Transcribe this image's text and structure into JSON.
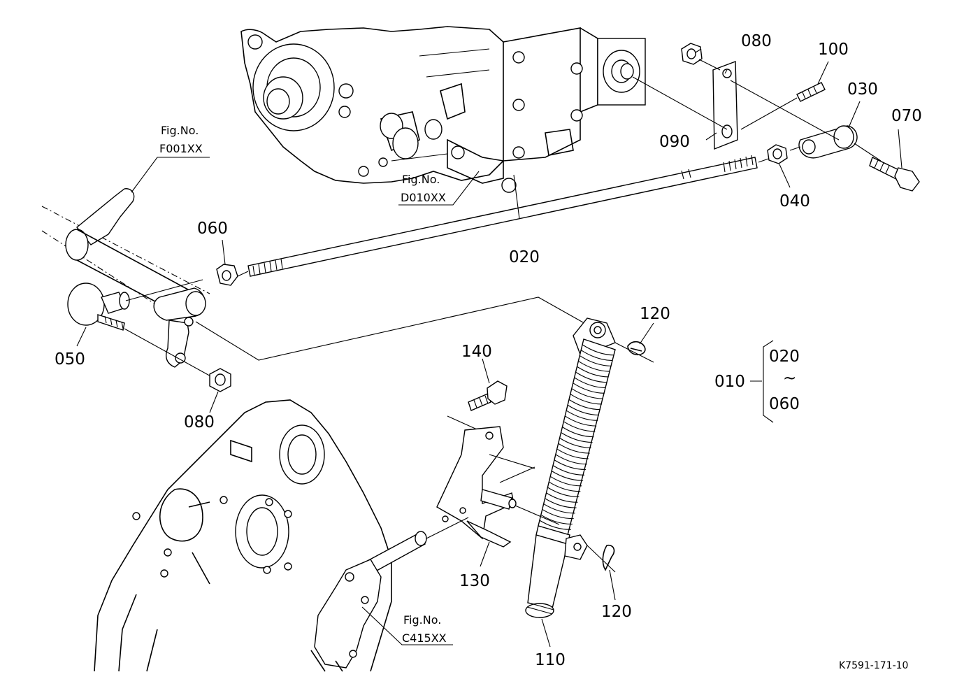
{
  "parts": {
    "p010": "010",
    "p020": "020",
    "p030": "030",
    "p040": "040",
    "p050": "050",
    "p060": "060",
    "p070": "070",
    "p080a": "080",
    "p080b": "080",
    "p090": "090",
    "p100": "100",
    "p110": "110",
    "p120a": "120",
    "p120b": "120",
    "p130": "130",
    "p140": "140"
  },
  "set_group": {
    "from": "020",
    "tilde": "~",
    "to": "060"
  },
  "fig_refs": {
    "f001": {
      "title": "Fig.No.",
      "code": "F001XX"
    },
    "d010": {
      "title": "Fig.No.",
      "code": "D010XX"
    },
    "c415": {
      "title": "Fig.No.",
      "code": "C415XX"
    }
  },
  "drawing_code": "K7591-171-10"
}
